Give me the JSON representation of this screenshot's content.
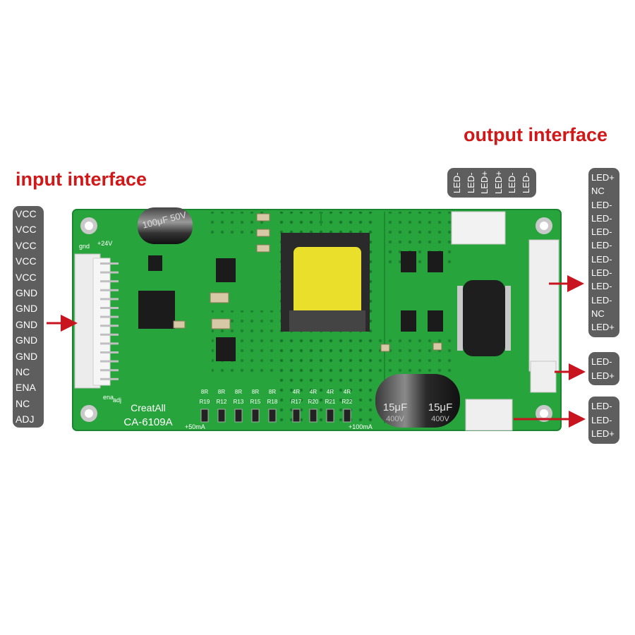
{
  "titles": {
    "input": "input interface",
    "output": "output interface"
  },
  "input_pins": [
    "VCC",
    "VCC",
    "VCC",
    "VCC",
    "VCC",
    "GND",
    "GND",
    "GND",
    "GND",
    "GND",
    "NC",
    "ENA",
    "NC",
    "ADJ"
  ],
  "output_top_pins": [
    "LED-",
    "LED-",
    "LED+",
    "LED+",
    "LED-",
    "LED-"
  ],
  "output_main_pins": [
    "LED+",
    "NC",
    "LED-",
    "LED-",
    "LED-",
    "LED-",
    "LED-",
    "LED-",
    "LED-",
    "LED-",
    "NC",
    "LED+"
  ],
  "output_b_pins": [
    "LED-",
    "LED+"
  ],
  "output_c_pins": [
    "LED-",
    "LED-",
    "LED+"
  ],
  "board": {
    "model": "CA-6109A",
    "brand": "CreatAll",
    "cap_main": "15μF 400V",
    "cap_main_value": "15μF",
    "cap_main_voltage": "400V",
    "cap_small": "100μF 50V",
    "colors": {
      "pcb": "#28a43c",
      "pcb_dark": "#1c8a2e",
      "silk": "#ffffff",
      "title": "#d01818",
      "arrow": "#c8141e",
      "label_bg": "#5e5e5e"
    },
    "silk_labels": {
      "resistor_row_top": [
        "8R",
        "8R",
        "8R",
        "8R",
        "8R",
        "4R",
        "4R",
        "4R",
        "4R"
      ],
      "resistor_row_ids": [
        "R19",
        "R12",
        "R13",
        "R15",
        "R18",
        "R17",
        "R20",
        "R21",
        "R22"
      ],
      "current_left": "+50mA",
      "current_right": "+100mA",
      "ena": "ena",
      "adj": "adj",
      "gnd": "gnd",
      "v24": "+24V"
    }
  }
}
